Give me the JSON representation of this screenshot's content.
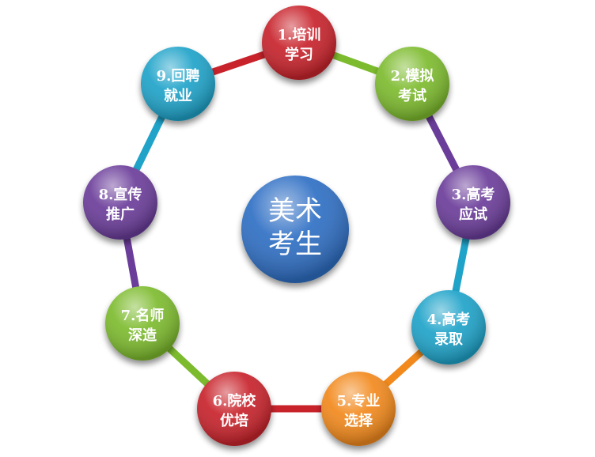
{
  "diagram": {
    "center": {
      "line1": "美术",
      "line2": "考生",
      "color": "#2f6fc4"
    },
    "steps": [
      {
        "id": "step-1",
        "line1": "1.培训",
        "line2": "学习",
        "color": "#c8232b"
      },
      {
        "id": "step-2",
        "line1": "2.模拟",
        "line2": "考试",
        "color": "#7dbb2e"
      },
      {
        "id": "step-3",
        "line1": "3.高考",
        "line2": "应试",
        "color": "#6b3d9a"
      },
      {
        "id": "step-4",
        "line1": "4.高考",
        "line2": "录取",
        "color": "#1fa3c9"
      },
      {
        "id": "step-5",
        "line1": "5.专业",
        "line2": "选择",
        "color": "#f2891c"
      },
      {
        "id": "step-6",
        "line1": "6.院校",
        "line2": "优培",
        "color": "#c8232b"
      },
      {
        "id": "step-7",
        "line1": "7.名师",
        "line2": "深造",
        "color": "#7dbb2e"
      },
      {
        "id": "step-8",
        "line1": "8.宣传",
        "line2": "推广",
        "color": "#6b3d9a"
      },
      {
        "id": "step-9",
        "line1": "9.回聘",
        "line2": "就业",
        "color": "#1fa3c9"
      }
    ]
  }
}
